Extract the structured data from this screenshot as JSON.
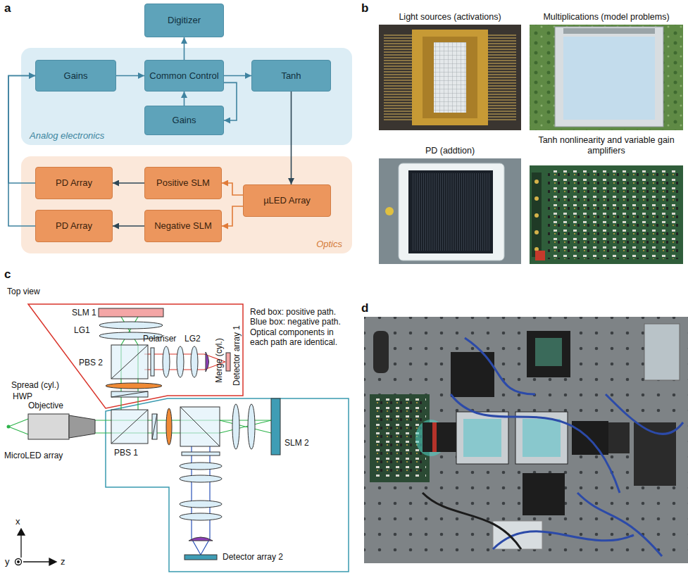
{
  "diagram": {
    "nodes": [
      {
        "text": [
          "Digitizer"
        ]
      },
      {
        "text": [
          "Analog electronics"
        ]
      },
      {
        "text": [
          "Gains"
        ],
        "in": 1
      },
      {
        "text": [
          "Common Control"
        ],
        "in": 1
      },
      {
        "text": [
          "Tanh"
        ],
        "in": 1
      },
      {
        "text": [
          "Gains"
        ],
        "in": 1
      },
      {
        "text": [
          "Optics"
        ]
      },
      {
        "text": [
          "PD Array"
        ],
        "in": 6
      },
      {
        "text": [
          "Positive SLM"
        ],
        "in": 6
      },
      {
        "text": [
          "µLED Array"
        ],
        "in": 6
      },
      {
        "text": [
          "PD Array"
        ],
        "in": 6
      },
      {
        "text": [
          "Negative SLM"
        ],
        "in": 6
      }
    ],
    "edges": [
      {
        "from": 2,
        "to": 3,
        "arrow": "to"
      },
      {
        "from": 3,
        "to": 0,
        "arrow": "to"
      },
      {
        "from": 3,
        "to": 4,
        "arrow": "to"
      },
      {
        "from": 3,
        "to": 5,
        "arrow": "to"
      },
      {
        "from": 5,
        "to": 3,
        "arrow": "to"
      },
      {
        "from": 4,
        "to": 9,
        "arrow": "to"
      },
      {
        "from": 9,
        "to": 8,
        "arrow": "to"
      },
      {
        "from": 9,
        "to": 11,
        "arrow": "to"
      },
      {
        "from": 8,
        "to": 7,
        "arrow": "to"
      },
      {
        "from": 11,
        "to": 10,
        "arrow": "to"
      },
      {
        "from": 7,
        "to": 2,
        "arrow": "to"
      },
      {
        "from": 10,
        "to": 2,
        "arrow": "to"
      }
    ],
    "labels": [
      "a",
      "b",
      "Light sources (activations)",
      "Multiplications (model problems)",
      "PD (addtion)",
      "Tanh nonlinearity and variable gain amplifiers",
      "c",
      "Top view",
      "SLM 1",
      "Red box: positive path. Blue box: negative path. Optical components in each path are identical.",
      "LG1",
      "Polariser",
      "LG2",
      "Merge (cyl.)",
      "Detector array 1",
      "PBS 2",
      "Spread (cyl.)",
      "HWP",
      "Objective",
      "PBS 1",
      "SLM 2",
      "MicroLED array",
      "Detector array 2",
      "x",
      "y",
      "z",
      "d"
    ]
  }
}
